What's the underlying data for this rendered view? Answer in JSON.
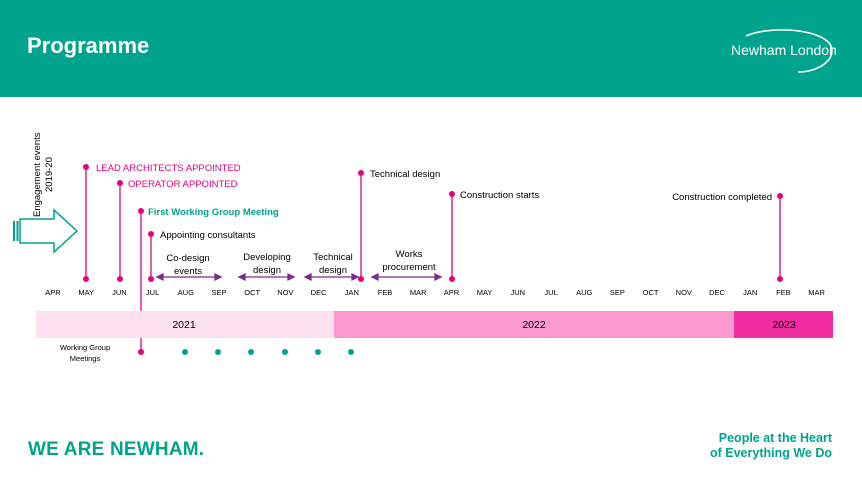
{
  "header": {
    "title": "Programme",
    "brand": "Newham London"
  },
  "side_label": {
    "line1": "Engagement events",
    "line2": "2019-20"
  },
  "colors": {
    "header_bg": "#00a38b",
    "teal": "#00a38b",
    "magenta": "#e5007e",
    "purple": "#7b2d8e",
    "year1": "#fde0ef",
    "year2": "#fb98cd",
    "year3": "#f02ca0"
  },
  "months": [
    "APR",
    "MAY",
    "JUN",
    "JUL",
    "AUG",
    "SEP",
    "OCT",
    "NOV",
    "DEC",
    "JAN",
    "FEB",
    "MAR",
    "APR",
    "MAY",
    "JUN",
    "JUL",
    "AUG",
    "SEP",
    "OCT",
    "NOV",
    "DEC",
    "JAN",
    "FEB",
    "MAR"
  ],
  "years": [
    "2021",
    "2022",
    "2023"
  ],
  "milestones": [
    {
      "label": "LEAD ARCHITECTS APPOINTED",
      "color": "#e5007e"
    },
    {
      "label": "OPERATOR APPOINTED",
      "color": "#e5007e"
    },
    {
      "label": "First Working Group Meeting",
      "color": "#00a38b"
    },
    {
      "label": "Appointing consultants",
      "color": "#000000"
    },
    {
      "label": "Technical design",
      "color": "#000000"
    },
    {
      "label": "Construction starts",
      "color": "#000000"
    },
    {
      "label": "Construction completed",
      "color": "#000000"
    }
  ],
  "phases": [
    {
      "line1": "Co-design",
      "line2": "events"
    },
    {
      "line1": "Developing",
      "line2": "design"
    },
    {
      "line1": "Technical",
      "line2": "design"
    },
    {
      "line1": "Works",
      "line2": "procurement"
    }
  ],
  "working_group": {
    "line1": "Working Group",
    "line2": "Meetings"
  },
  "footer": {
    "slogan": "WE ARE NEWHAM.",
    "tagline_line1": "People at the Heart",
    "tagline_line2": "of Everything We Do"
  }
}
